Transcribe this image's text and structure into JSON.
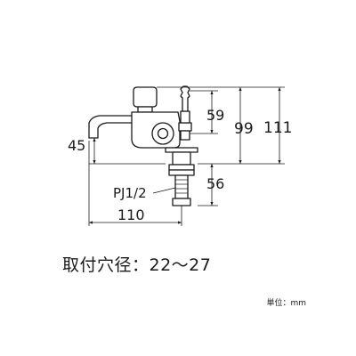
{
  "dimensions": {
    "d59": "59",
    "d99": "99",
    "d111": "111",
    "d45": "45",
    "d56": "56",
    "d110": "110"
  },
  "labels": {
    "thread": "PJ1/2",
    "mounting_hole": "取付穴径：22～27",
    "unit": "単位：mm"
  },
  "colors": {
    "line": "#1a1a1a",
    "body_fill": "#ffffff"
  }
}
